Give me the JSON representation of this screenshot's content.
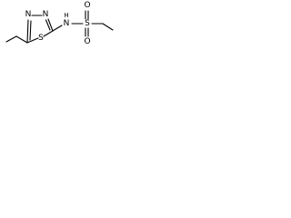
{
  "structure": {
    "atoms": {
      "ring_sulfur": "S",
      "ring_nitrogen_left": "N",
      "ring_nitrogen_right": "N",
      "amine_nitrogen": "N",
      "amine_hydrogen": "H",
      "sulfonyl_sulfur": "S",
      "sulfonyl_oxygen_top": "O",
      "sulfonyl_oxygen_bottom": "O"
    }
  }
}
